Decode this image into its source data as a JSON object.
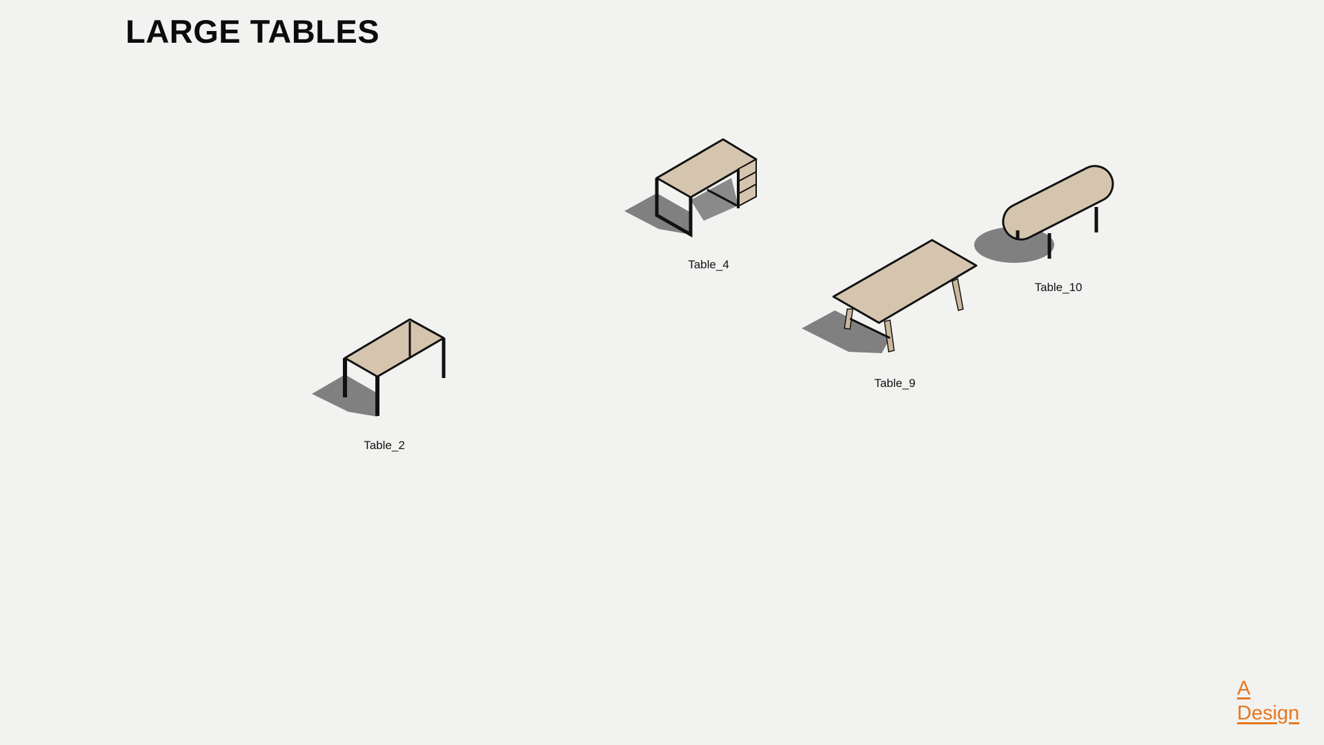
{
  "page": {
    "title": "LARGE TABLES",
    "background": "#f2f2f1"
  },
  "tables": [
    {
      "id": "table-2",
      "label": "Table_2",
      "style": "rectangular table with four black metal legs"
    },
    {
      "id": "table-4",
      "label": "Table_4",
      "style": "desk with black frame and drawer unit"
    },
    {
      "id": "table-9",
      "label": "Table_9",
      "style": "long rectangular table with trestle wooden legs"
    },
    {
      "id": "table-10",
      "label": "Table_10",
      "style": "oval racetrack conference table with black legs"
    }
  ],
  "colors": {
    "tabletop": "#d5c5ae",
    "outline": "#111111",
    "shadow": "#808080",
    "accent": "#e8761c"
  },
  "logo": {
    "line1": "A",
    "line2": "Design"
  }
}
